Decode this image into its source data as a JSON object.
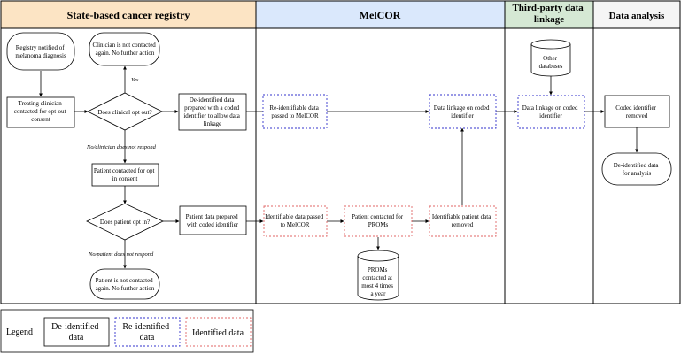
{
  "lanes": [
    {
      "title": "State-based cancer registry",
      "color": "#fce4c4"
    },
    {
      "title": "MelCOR",
      "color": "#dae8fc"
    },
    {
      "title": "Third-party data linkage",
      "color": "#d5e8d4"
    },
    {
      "title": "Data analysis",
      "color": "#f5f5f5"
    }
  ],
  "nodes": {
    "registry_notified": "Registry notified of melanoma diagnosis",
    "clinician_not_contacted": "Clinician is not contacted again. No further action",
    "treating_clinician": "Treating clinician contacted for opt-out consent",
    "clinician_opt_out": "Does clinical opt out?",
    "deidentified_prepared": "De-identified data prepared with a coded identifier to allow data linkage",
    "patient_contacted": "Patient contacted for opt in consent",
    "patient_opt_in": "Does patient opt in?",
    "patient_data_prepared": "Patient data prepared with coded identifier",
    "patient_not_contacted": "Patient is not contacted again. No further action",
    "reidentifiable_passed": "Re-identifiable data passed to MelCOR",
    "linkage_melcor": "Data linkage on coded identifier",
    "identifiable_passed": "Identifiable data passed to MelCOR",
    "patient_proms": "Patient contacted for PROMs",
    "identifiable_removed": "Identifiable patient data removed",
    "proms_db": "PROMs contacted at most 4 times a year",
    "other_databases": "Other databases",
    "linkage_third": "Data linkage on coded identifier",
    "coded_removed": "Coded identifier removed",
    "deidentified_analysis": "De-identified data for analysis"
  },
  "edge_labels": {
    "yes": "Yes",
    "no_clinician": "No/clinician does not respond",
    "no_patient": "No/patient does not respond"
  },
  "legend": {
    "title": "Legend",
    "deidentified": "De-identified data",
    "reidentified": "Re-identified data",
    "identified": "Identified data"
  },
  "colors": {
    "reidentified_border": "#3333cc",
    "identified_border": "#e06666"
  }
}
